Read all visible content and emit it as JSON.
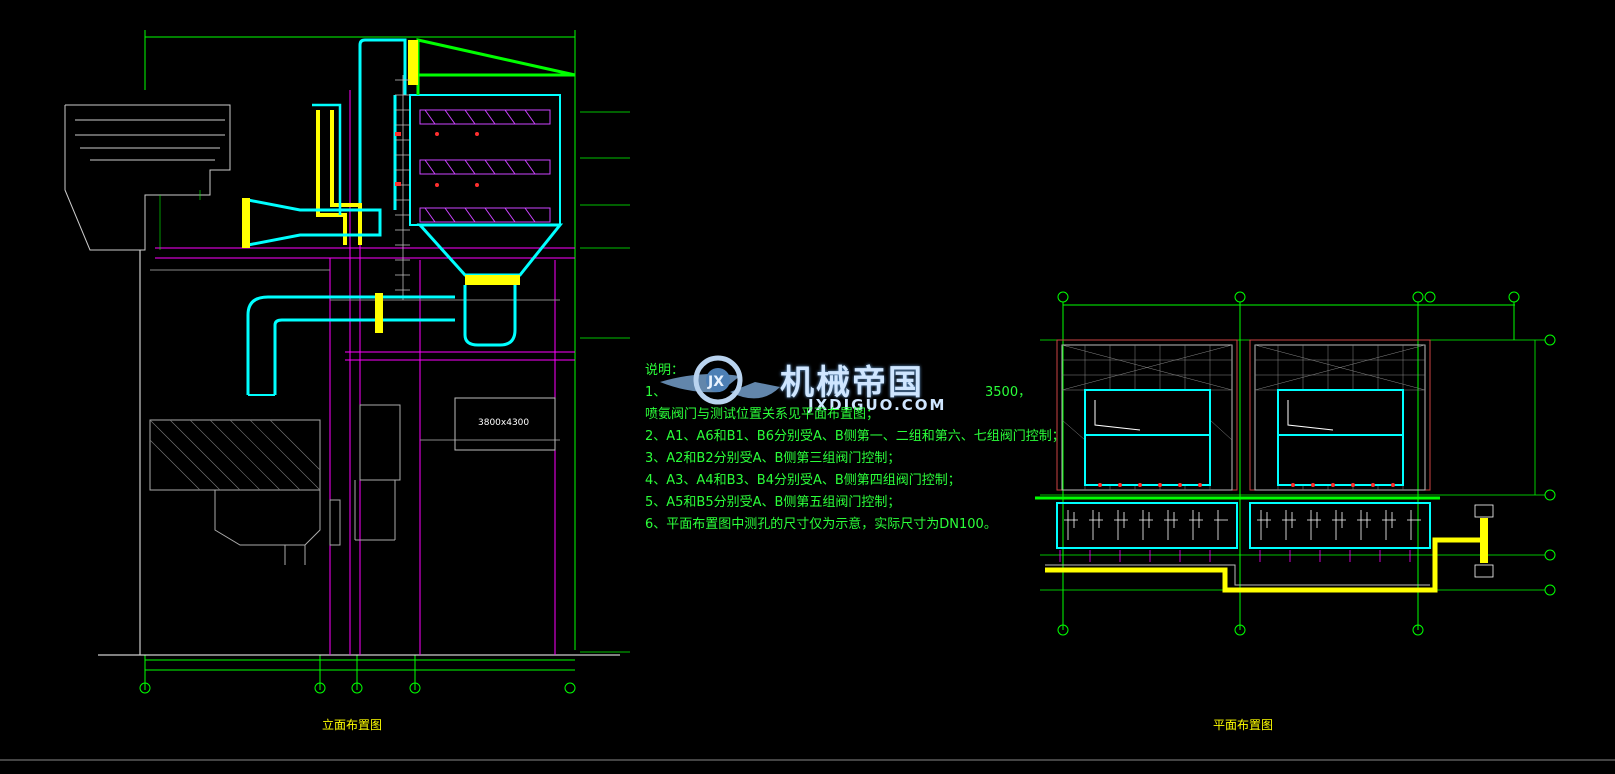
{
  "notes": {
    "title": "说明：",
    "lines": [
      "1、",
      "喷氨阀门与测试位置关系见平面布置图；",
      "2、A1、A6和B1、B6分别受A、B侧第一、二组和第六、七组阀门控制；",
      "3、A2和B2分别受A、B侧第三组阀门控制；",
      "4、A3、A4和B3、B4分别受A、B侧第四组阀门控制；",
      "5、A5和B5分别受A、B侧第五组阀门控制；",
      "6、平面布置图中测孔的尺寸仅为示意，实际尺寸为DN100。"
    ],
    "line1_tail": "3500，"
  },
  "captions": {
    "elevation": "立面布置图",
    "plan": "平面布置图"
  },
  "watermark": {
    "name": "机械帝国",
    "url": "JXDIGUO.COM"
  },
  "labels": {
    "duct_size": "3800x4300"
  },
  "colors": {
    "cyan": "#00ffff",
    "yellow": "#ffff00",
    "green": "#00ff00",
    "magenta": "#ff00ff",
    "white": "#ffffff",
    "grey": "#9a9a9a",
    "red": "#ff3030"
  }
}
